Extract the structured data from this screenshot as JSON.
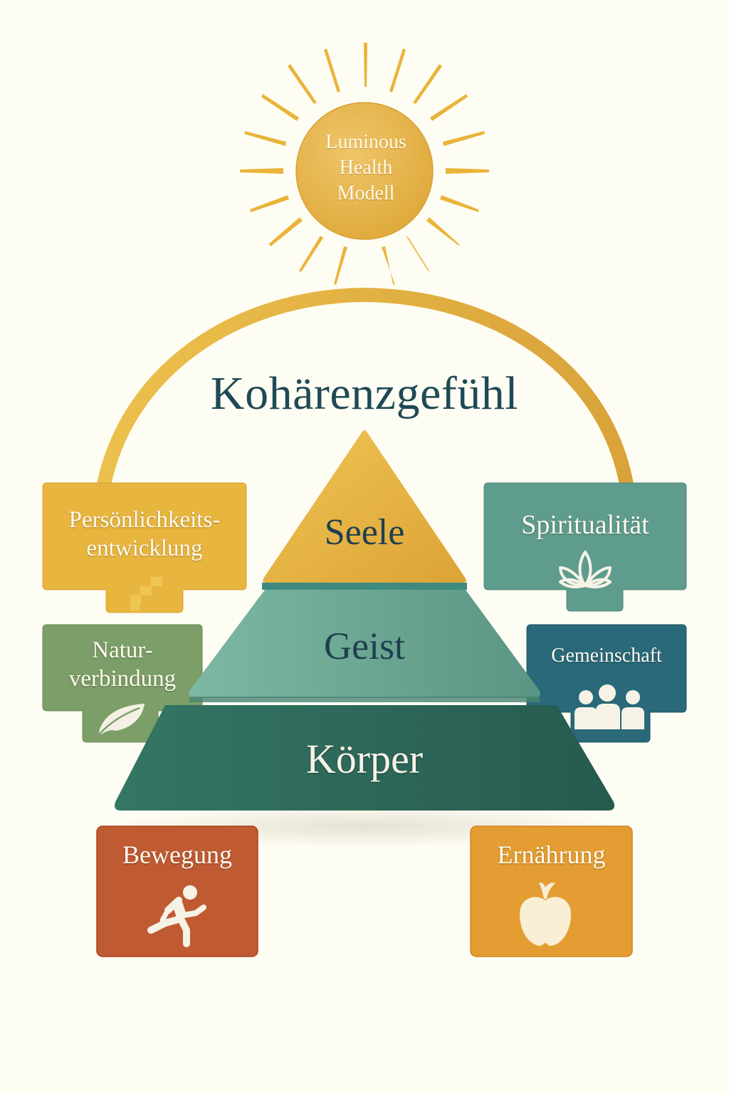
{
  "sun": {
    "lines": [
      "Luminous",
      "Health",
      "Modell"
    ],
    "color": "#e6b445",
    "ray_color": "#e9b43a",
    "ray_count": 20
  },
  "arc": {
    "color": "#e6b33c"
  },
  "title": "Kohärenzgefühl",
  "pyramid": {
    "tiers": [
      {
        "label": "Seele",
        "color": "#e8b63f"
      },
      {
        "label": "Geist",
        "color": "#6aa896"
      },
      {
        "label": "Körper",
        "color": "#2e6b5c"
      }
    ]
  },
  "boxes": {
    "persoenlichkeit": {
      "lines": [
        "Persönlichkeits-",
        "entwicklung"
      ],
      "icon": "stairs-icon",
      "color": "#e8b53f"
    },
    "natur": {
      "lines": [
        "Natur-",
        "verbindung"
      ],
      "icon": "leaf-icon",
      "color": "#7c9e68"
    },
    "spiritualitaet": {
      "lines": [
        "Spiritualität"
      ],
      "icon": "lotus-icon",
      "color": "#5e9c8d"
    },
    "gemeinschaft": {
      "lines": [
        "Gemeinschaft"
      ],
      "icon": "people-icon",
      "color": "#29697a"
    },
    "bewegung": {
      "lines": [
        "Bewegung"
      ],
      "icon": "runner-icon",
      "color": "#c05a33"
    },
    "ernaehrung": {
      "lines": [
        "Ernährung"
      ],
      "icon": "apple-icon",
      "color": "#e49d32"
    }
  },
  "colors": {
    "background": "#fefdf3",
    "title_text": "#1f4a55"
  }
}
